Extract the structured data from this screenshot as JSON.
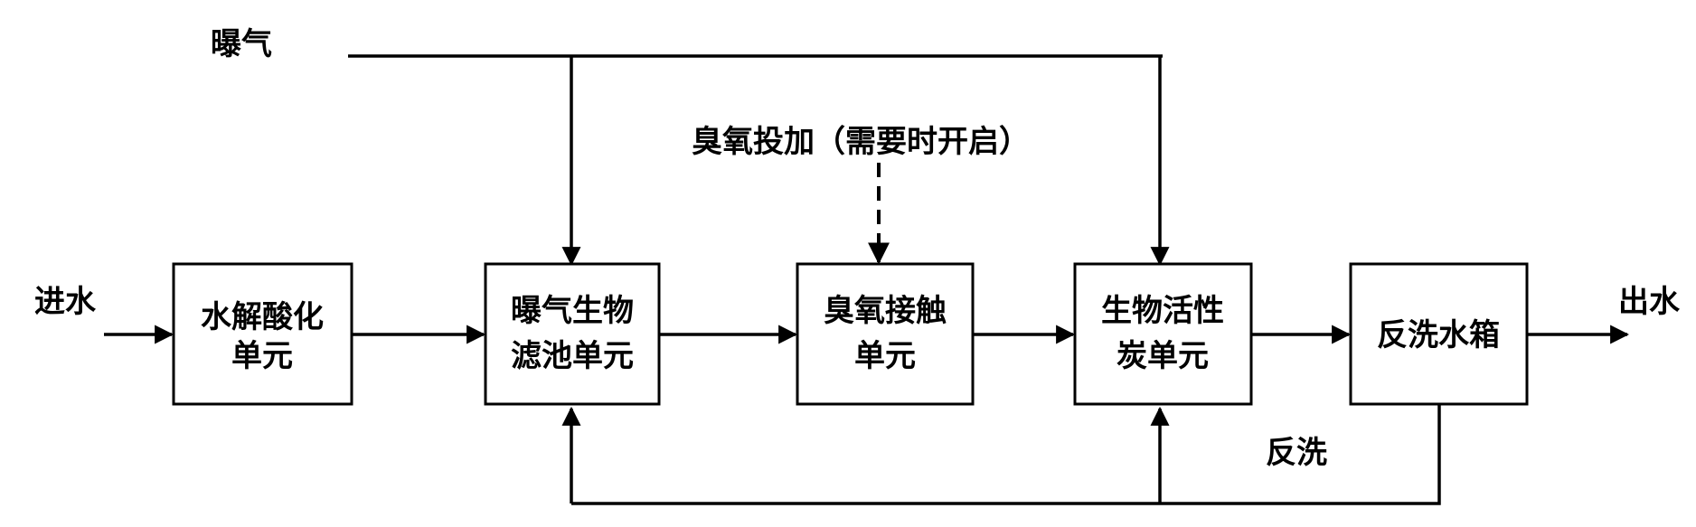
{
  "labels": {
    "aeration": "曝气",
    "ozone_dosing": "臭氧投加（需要时开启）",
    "inflow": "进水",
    "outflow": "出水",
    "backwash": "反洗"
  },
  "units": [
    {
      "id": "hydrolysis",
      "line1": "水解酸化",
      "line2": "单元"
    },
    {
      "id": "baf",
      "line1": "曝气生物",
      "line2": "滤池单元"
    },
    {
      "id": "ozone_contact",
      "line1": "臭氧接触",
      "line2": "单元"
    },
    {
      "id": "bac",
      "line1": "生物活性",
      "line2": "炭单元"
    },
    {
      "id": "backwash_tank",
      "line1": "反洗水箱",
      "line2": ""
    }
  ]
}
